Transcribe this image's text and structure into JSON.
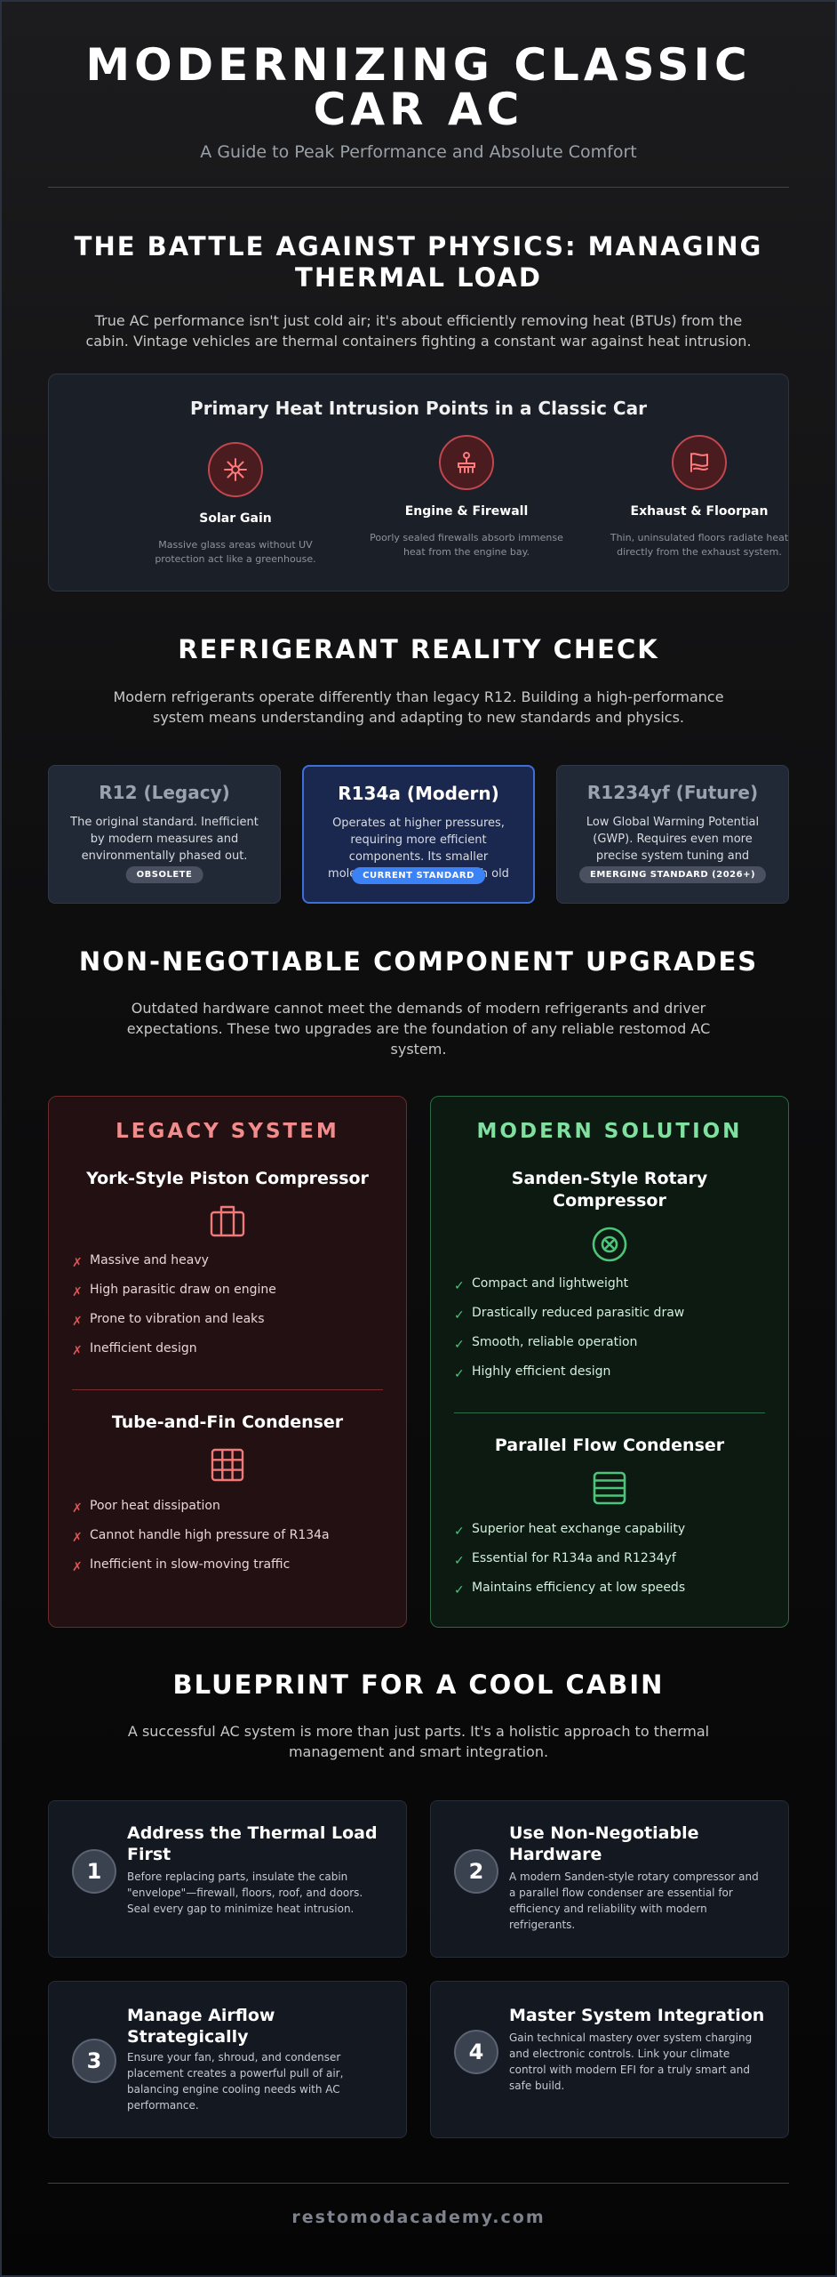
{
  "header": {
    "title_line1": "MODERNIZING CLASSIC",
    "title_line2": "CAR AC",
    "subtitle": "A Guide to Peak Performance and Absolute Comfort"
  },
  "physics": {
    "title_line1": "THE BATTLE AGAINST PHYSICS: MANAGING",
    "title_line2": "THERMAL LOAD",
    "intro": "True AC performance isn't just cold air; it's about efficiently removing heat (BTUs) from the cabin. Vintage vehicles are thermal containers fighting a constant war against heat intrusion.",
    "panel_title": "Primary Heat Intrusion Points in a Classic Car",
    "points": [
      {
        "name": "Solar Gain",
        "desc": "Massive glass areas without UV protection act like a greenhouse.",
        "icon": "sun-icon"
      },
      {
        "name": "Engine & Firewall",
        "desc": "Poorly sealed firewalls absorb immense heat from the engine bay.",
        "icon": "engine-icon"
      },
      {
        "name": "Exhaust & Floorpan",
        "desc": "Thin, uninsulated floors radiate heat directly from the exhaust system.",
        "icon": "exhaust-icon"
      }
    ]
  },
  "refrigerant": {
    "title": "REFRIGERANT REALITY CHECK",
    "intro": "Modern refrigerants operate differently than legacy R12. Building a high-performance system means understanding and adapting to new standards and physics.",
    "cards": [
      {
        "name": "R12 (Legacy)",
        "desc": "The original standard. Inefficient by modern measures and environmentally phased out.",
        "badge": "OBSOLETE"
      },
      {
        "name": "R134a (Modern)",
        "desc": "Operates at higher pressures, requiring more efficient components. Its smaller molecules can leak through old hoses.",
        "badge": "CURRENT STANDARD"
      },
      {
        "name": "R1234yf (Future)",
        "desc": "Low Global Warming Potential (GWP). Requires even more precise system tuning and",
        "badge": "EMERGING STANDARD (2026+)"
      }
    ]
  },
  "upgrades": {
    "title": "NON-NEGOTIABLE COMPONENT UPGRADES",
    "intro": "Outdated hardware cannot meet the demands of modern refrigerants and driver expectations. These two upgrades are the foundation of any reliable restomod AC system.",
    "legacy": {
      "heading": "LEGACY SYSTEM",
      "comp1": {
        "name": "York-Style Piston Compressor",
        "features": [
          "Massive and heavy",
          "High parasitic draw on engine",
          "Prone to vibration and leaks",
          "Inefficient design"
        ]
      },
      "comp2": {
        "name": "Tube-and-Fin Condenser",
        "features": [
          "Poor heat dissipation",
          "Cannot handle high pressure of R134a",
          "Inefficient in slow-moving traffic"
        ]
      },
      "mark": "✗"
    },
    "modern": {
      "heading": "MODERN SOLUTION",
      "comp1": {
        "name_line1": "Sanden-Style Rotary",
        "name_line2": "Compressor",
        "features": [
          "Compact and lightweight",
          "Drastically reduced parasitic draw",
          "Smooth, reliable operation",
          "Highly efficient design"
        ]
      },
      "comp2": {
        "name": "Parallel Flow Condenser",
        "features": [
          "Superior heat exchange capability",
          "Essential for R134a and R1234yf",
          "Maintains efficiency at low speeds"
        ]
      },
      "mark": "✓"
    }
  },
  "blueprint": {
    "title": "BLUEPRINT FOR A COOL CABIN",
    "intro": "A successful AC system is more than just parts. It's a holistic approach to thermal management and smart integration.",
    "steps": [
      {
        "num": "1",
        "title": "Address the Thermal Load First",
        "desc": "Before replacing parts, insulate the cabin \"envelope\"—firewall, floors, roof, and doors. Seal every gap to minimize heat intrusion."
      },
      {
        "num": "2",
        "title": "Use Non-Negotiable Hardware",
        "desc": "A modern Sanden-style rotary compressor and a parallel flow condenser are essential for efficiency and reliability with modern refrigerants."
      },
      {
        "num": "3",
        "title": "Manage Airflow Strategically",
        "desc": "Ensure your fan, shroud, and condenser placement creates a powerful pull of air, balancing engine cooling needs with AC performance."
      },
      {
        "num": "4",
        "title": "Master System Integration",
        "desc": "Gain technical mastery over system charging and electronic controls. Link your climate control with modern EFI for a truly smart and safe build."
      }
    ]
  },
  "footer": {
    "site": "restomodacademy.com"
  }
}
